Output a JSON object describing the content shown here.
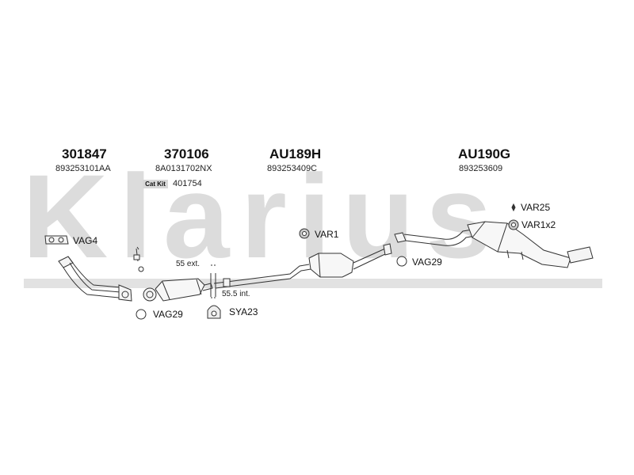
{
  "watermark": {
    "text": "Klarius"
  },
  "columns": [
    {
      "part_no": "301847",
      "oe_no": "893253101AA"
    },
    {
      "part_no": "370106",
      "oe_no": "8A0131702NX"
    },
    {
      "part_no": "AU189H",
      "oe_no": "893253409C"
    },
    {
      "part_no": "AU190G",
      "oe_no": "893253609"
    }
  ],
  "cat_kit": {
    "badge": "Cat Kit",
    "number": "401754"
  },
  "parts": {
    "vag4": "VAG4",
    "vag29_left": "VAG29",
    "sya23": "SYA23",
    "var1": "VAR1",
    "vag29_right": "VAG29",
    "var25": "VAR25",
    "var1x2": "VAR1x2"
  },
  "dimensions": {
    "ext": "55 ext.",
    "int": "55.5 int."
  }
}
